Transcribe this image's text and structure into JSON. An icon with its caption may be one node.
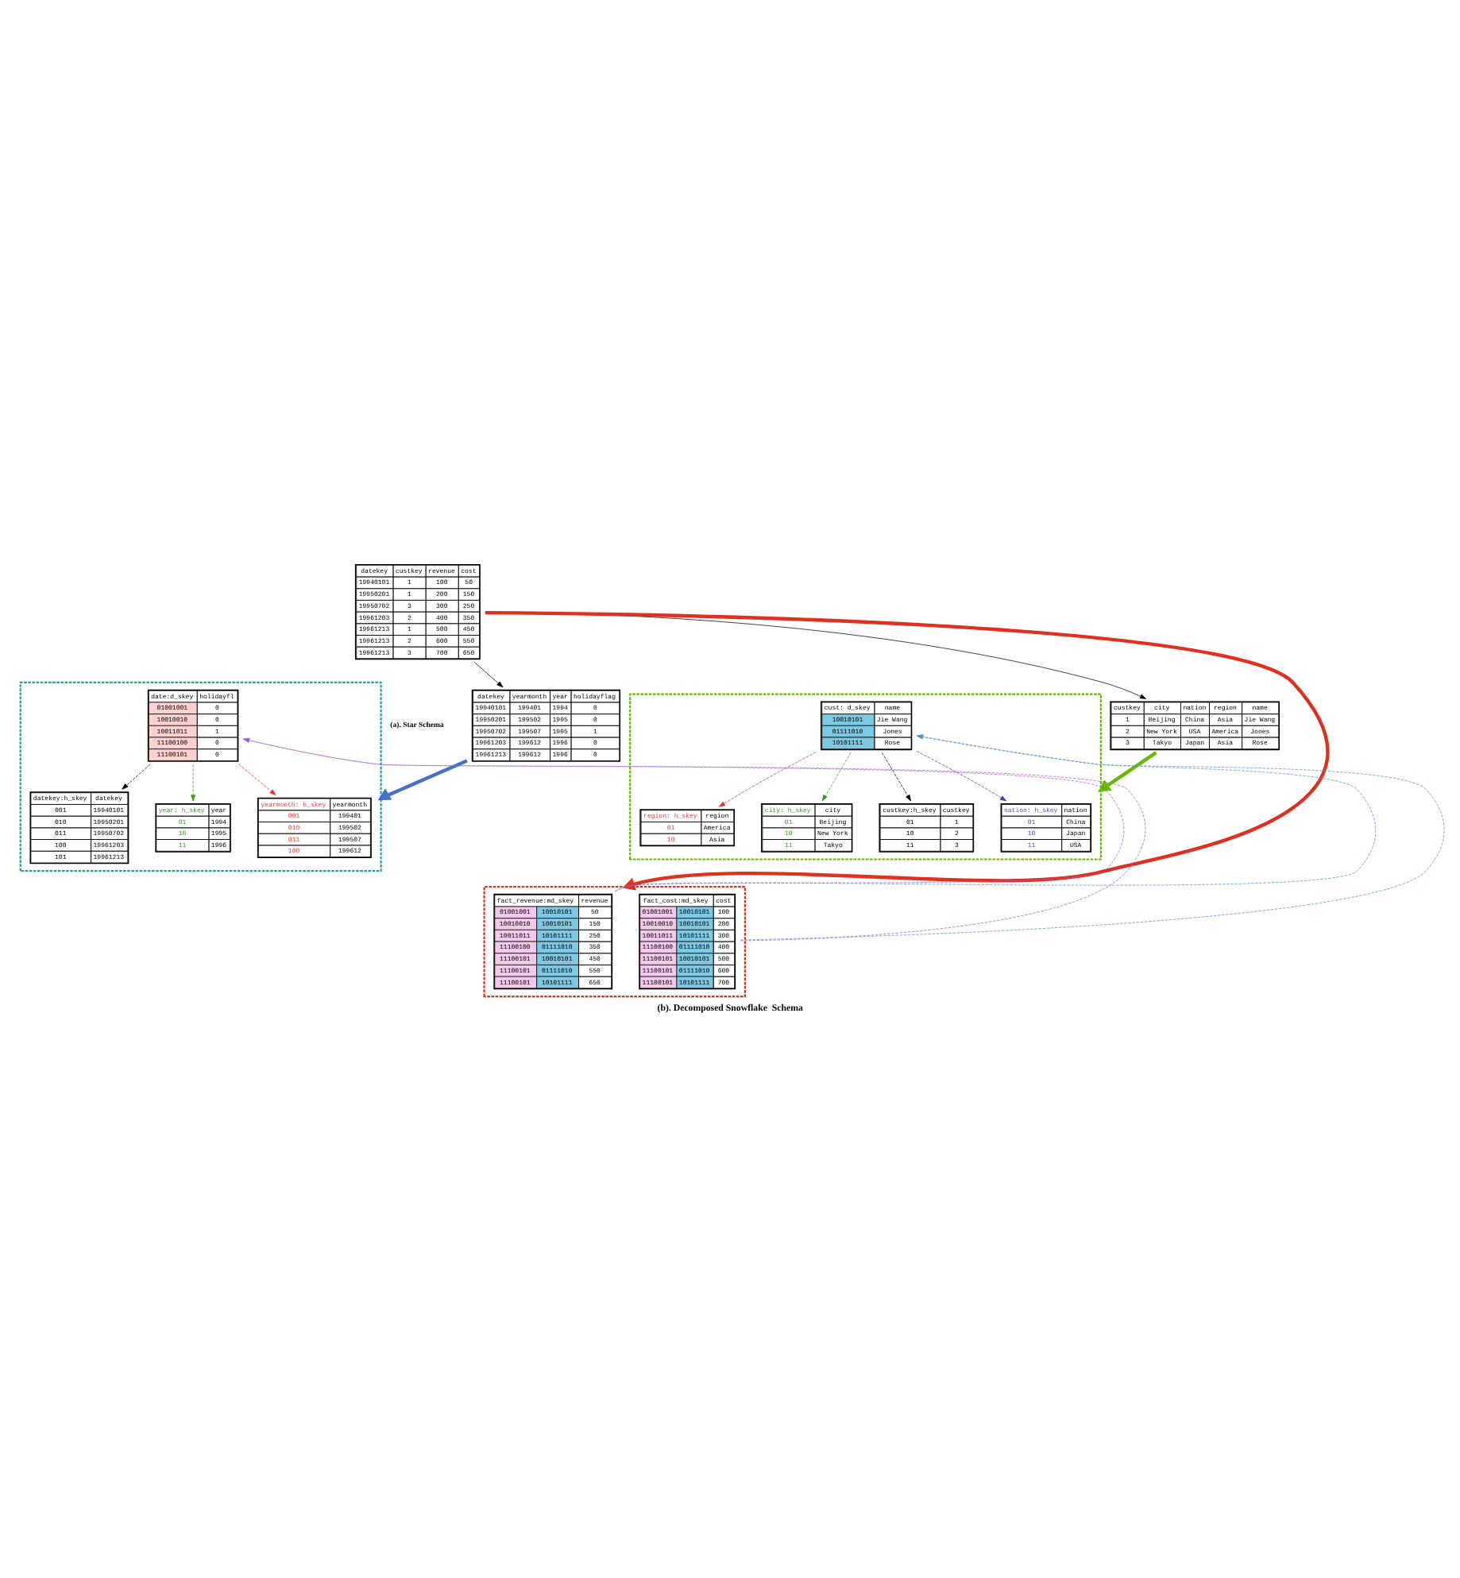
{
  "diagram": {
    "caption": "(b). Decomposed Snowflake  Schema",
    "nodes": [
      {
        "text": [
          "datekey",
          "yearmonth",
          "year",
          "holidayflag",
          "19940101",
          "199401",
          "1994",
          "0",
          "19950201",
          "199502",
          "1995",
          "0",
          "19950702",
          "199507",
          "1995",
          "1",
          "19961203",
          "199612",
          "1996",
          "0",
          "19961213",
          "199612",
          "1996",
          "0"
        ]
      },
      {
        "text": [
          "custkey",
          "city",
          "nation",
          "region",
          "name",
          "1",
          "Beijing",
          "China",
          "Asia",
          "Jie Wang",
          "2",
          "New York",
          "USA",
          "America",
          "Jones",
          "3",
          "Takyo",
          "Japan",
          "Asia",
          "Rose"
        ]
      },
      {
        "text": [
          "datekey",
          "custkey",
          "revenue",
          "cost",
          "19940101",
          "1",
          "100",
          "50",
          "19950201",
          "1",
          "200",
          "150",
          "19950702",
          "3",
          "300",
          "250",
          "19961203",
          "2",
          "400",
          "350",
          "19961213",
          "1",
          "500",
          "450",
          "19961213",
          "2",
          "600",
          "550",
          "19961213",
          "3",
          "700",
          "650"
        ]
      },
      {
        "text": [],
        "shape": "box"
      },
      {
        "text": [
          "yearmonth: h_skey",
          "yearmonth",
          "001",
          "199401",
          "010",
          "199502",
          "011",
          "199507",
          "100",
          "199612"
        ],
        "in": 3
      },
      {
        "text": [
          "datekey:h_skey",
          "datekey",
          "001",
          "19940101",
          "010",
          "19950201",
          "011",
          "19950702",
          "100",
          "19961203",
          "101",
          "19961213"
        ],
        "in": 3
      },
      {
        "text": [
          "date:d_skey",
          "holidayfl",
          "01001001",
          "0",
          "10010010",
          "0",
          "10011011",
          "1",
          "11100100",
          "0",
          "11100101",
          "0"
        ],
        "in": 3
      },
      {
        "text": [
          "year: h_skey",
          "year",
          "01",
          "1994",
          "10",
          "1995",
          "11",
          "1996"
        ],
        "in": 3
      },
      {
        "text": [],
        "shape": "box"
      },
      {
        "text": [
          "nation: h_skey",
          "nation",
          "01",
          "China",
          "10",
          "Japan",
          "11",
          "USA"
        ],
        "in": 8
      },
      {
        "text": [
          "region: h_skey",
          "region",
          "01",
          "America",
          "10",
          "Asia"
        ],
        "in": 8
      },
      {
        "text": [
          "city: h_skey",
          "city",
          "01",
          "Beijing",
          "10",
          "New York",
          "11",
          "Takyo"
        ],
        "in": 8
      },
      {
        "text": [
          "cust: d_skey",
          "name",
          "10010101",
          "Jie Wang",
          "01111010",
          "Jones",
          "10101111",
          "Rose"
        ],
        "in": 8
      },
      {
        "text": [
          "custkey:h_skey",
          "custkey",
          "01",
          "1",
          "10",
          "2",
          "11",
          "3"
        ],
        "in": 8
      },
      {
        "text": [],
        "shape": "box"
      },
      {
        "text": [
          "fact_revenue:md_skey",
          "revenue",
          "01001001",
          "10010101",
          "50",
          "10010010",
          "10010101",
          "150",
          "10011011",
          "10101111",
          "250",
          "11100100",
          "01111010",
          "350",
          "11100101",
          "10010101",
          "450",
          "11100101",
          "01111010",
          "550",
          "11100101",
          "10101111",
          "650"
        ],
        "in": 14
      },
      {
        "text": [
          "fact_cost:md_skey",
          "cost",
          "01001001",
          "10010101",
          "100",
          "10010010",
          "10010101",
          "200",
          "10011011",
          "10101111",
          "300",
          "11100100",
          "01111010",
          "400",
          "11100101",
          "10010101",
          "500",
          "11100101",
          "01111010",
          "600",
          "11100101",
          "10101111",
          "700"
        ],
        "in": 14
      }
    ],
    "edges": [
      {
        "from": 2,
        "to": 0,
        "arrow": "to"
      },
      {
        "from": 2,
        "to": 1,
        "arrow": "to"
      },
      {
        "from": 0,
        "to": 3,
        "arrow": "to",
        "style": "thick",
        "color": "#4472c4"
      },
      {
        "from": 1,
        "to": 8,
        "arrow": "to",
        "style": "thick",
        "color": "#66bb00"
      },
      {
        "from": 2,
        "to": 14,
        "arrow": "to",
        "style": "thick",
        "color": "#e03020"
      },
      {
        "from": 6,
        "to": 4,
        "arrow": "to",
        "style": "dashed",
        "color": "#e03020"
      },
      {
        "from": 6,
        "to": 5,
        "arrow": "to",
        "style": "dashed"
      },
      {
        "from": 6,
        "to": 7,
        "arrow": "to",
        "style": "dashed",
        "color": "#3a9a1a"
      },
      {
        "from": 12,
        "to": 10,
        "arrow": "to",
        "style": "dashed",
        "color": "#e03020"
      },
      {
        "from": 12,
        "to": 9,
        "arrow": "to",
        "style": "dashed",
        "color": "#4b35a8"
      },
      {
        "from": 12,
        "to": 11,
        "arrow": "to",
        "style": "dashed",
        "color": "#3a9a1a"
      },
      {
        "from": 12,
        "to": 13,
        "arrow": "to",
        "style": "dashed"
      },
      {
        "from": 15,
        "to": 6,
        "arrow": "to",
        "style": "dashed",
        "color": "#a860d0"
      },
      {
        "from": 16,
        "to": 6,
        "arrow": "to",
        "style": "dashed",
        "color": "#a860d0"
      },
      {
        "from": 15,
        "to": 12,
        "arrow": "to",
        "style": "dashed",
        "color": "#5b8fd0"
      },
      {
        "from": 16,
        "to": 12,
        "arrow": "to",
        "style": "dashed",
        "color": "#5b8fd0"
      }
    ],
    "labels": [
      "(a). Star Schema"
    ]
  }
}
